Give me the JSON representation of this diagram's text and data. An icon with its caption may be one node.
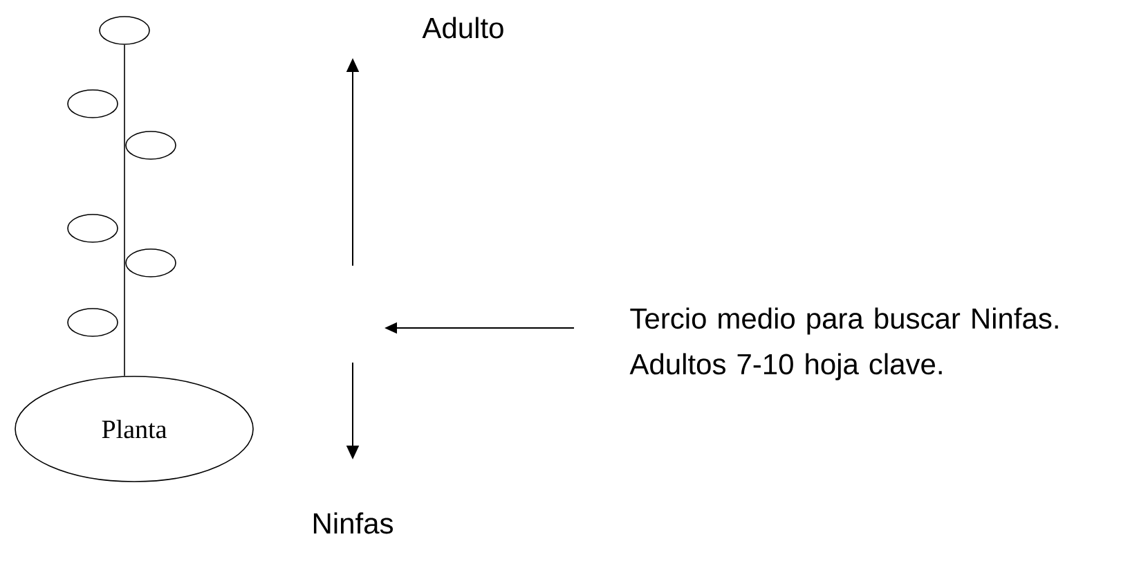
{
  "diagram": {
    "nodes": [
      {
        "text": [],
        "shape": "ellipse"
      },
      {
        "text": [],
        "shape": "ellipse"
      },
      {
        "text": [],
        "shape": "ellipse"
      },
      {
        "text": [],
        "shape": "ellipse"
      },
      {
        "text": [],
        "shape": "ellipse"
      },
      {
        "text": [],
        "shape": "ellipse"
      },
      {
        "text": [
          "Planta"
        ]
      },
      {
        "text": [
          "Tercio medio para buscar Ninfas.",
          "Adultos 7-10 hoja clave."
        ]
      }
    ],
    "edges": [
      {
        "from": 0,
        "to": 6,
        "arrow": "none"
      },
      {
        "from": 7,
        "to": null,
        "arrow": "to"
      }
    ],
    "labels": [
      "Adulto",
      "Ninfas"
    ]
  }
}
